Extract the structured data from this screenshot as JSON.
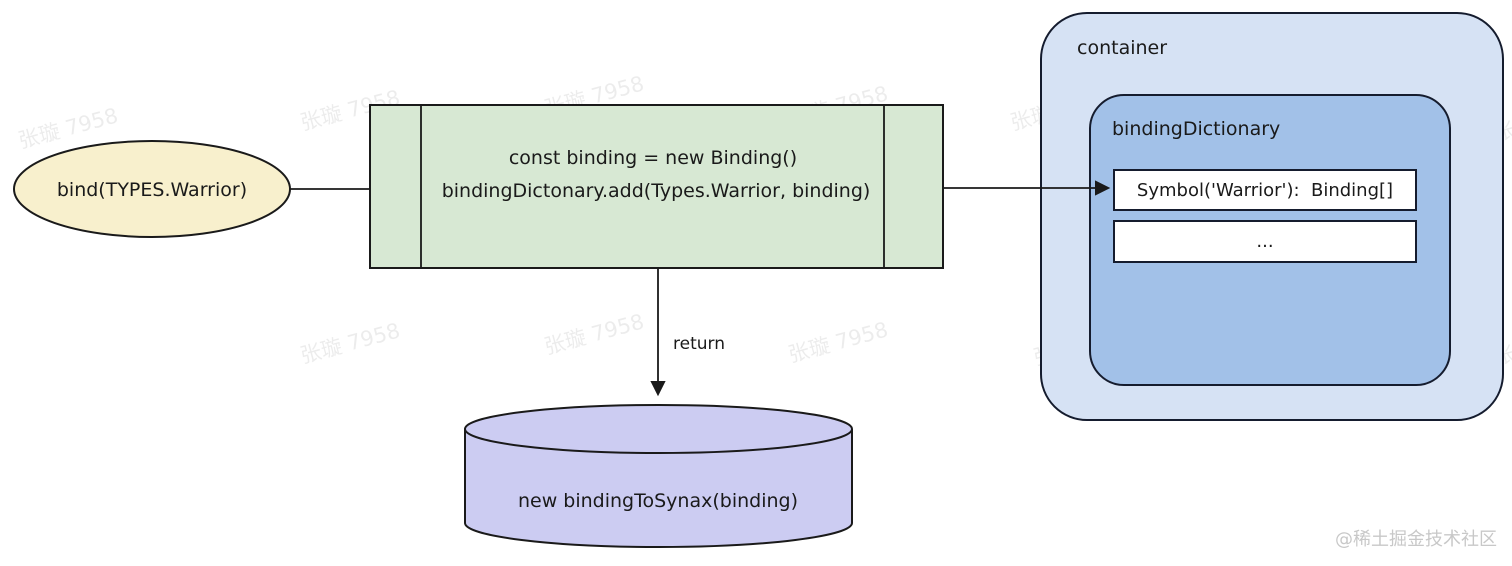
{
  "watermark": {
    "text": "张璇 7958"
  },
  "site_watermark": {
    "text": "@稀土掘金技术社区"
  },
  "flow": {
    "start": {
      "label": "bind(TYPES.Warrior)"
    },
    "process": {
      "line1": "const binding = new Binding()",
      "line2": "bindingDictonary.add(Types.Warrior, binding)"
    },
    "return_label": "return",
    "database": {
      "label": "new bindingToSynax(binding)"
    },
    "container": {
      "label": "container",
      "dictionary": {
        "label": "bindingDictionary",
        "entries": [
          "Symbol('Warrior'):  Binding[]",
          "..."
        ]
      }
    }
  },
  "colors": {
    "start_fill": "#f8f0cd",
    "process_fill": "#d7e8d3",
    "container_fill": "#d6e2f4",
    "dictionary_fill": "#a2c1e8",
    "entry_fill": "#ffffff",
    "database_fill": "#ccccf2",
    "stroke": "#1a1a1a"
  }
}
